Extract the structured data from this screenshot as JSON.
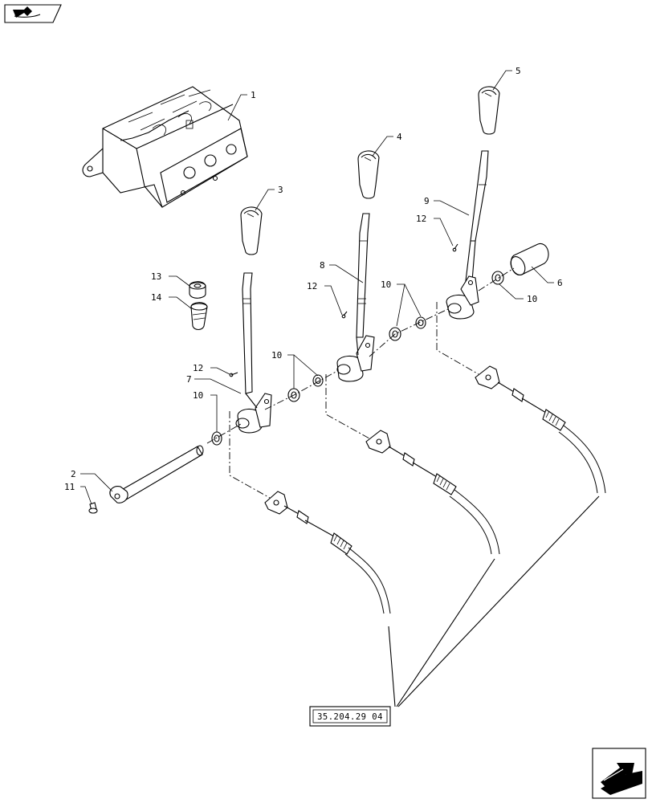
{
  "callouts": {
    "c1": "1",
    "c2": "2",
    "c3": "3",
    "c4": "4",
    "c5": "5",
    "c6": "6",
    "c7": "7",
    "c8": "8",
    "c9": "9",
    "c10a": "10",
    "c10b": "10",
    "c10c": "10",
    "c10d": "10",
    "c11": "11",
    "c12a": "12",
    "c12b": "12",
    "c12c": "12",
    "c13": "13",
    "c14": "14"
  },
  "reference_box": {
    "text": "35.204.29 04"
  },
  "icons": {
    "top_left": "book-arrow-icon",
    "bottom_right": "next-page-arrow-icon"
  }
}
